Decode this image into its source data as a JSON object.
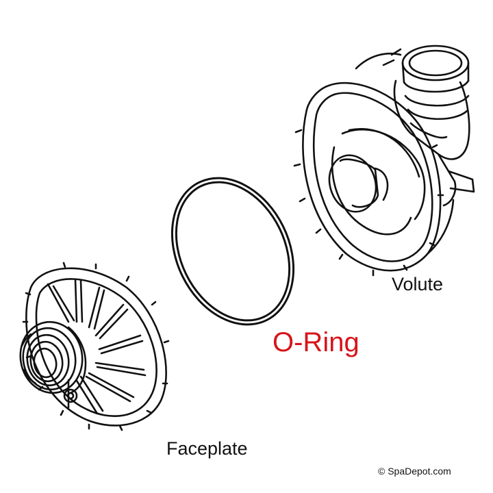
{
  "labels": {
    "volute": "Volute",
    "oring": "O-Ring",
    "faceplate": "Faceplate",
    "copyright": "© SpaDepot.com"
  },
  "colors": {
    "line": "#111111",
    "accent": "#d7141a",
    "background": "#ffffff"
  },
  "icons": [
    "volute-drawing",
    "o-ring-drawing",
    "faceplate-drawing"
  ]
}
